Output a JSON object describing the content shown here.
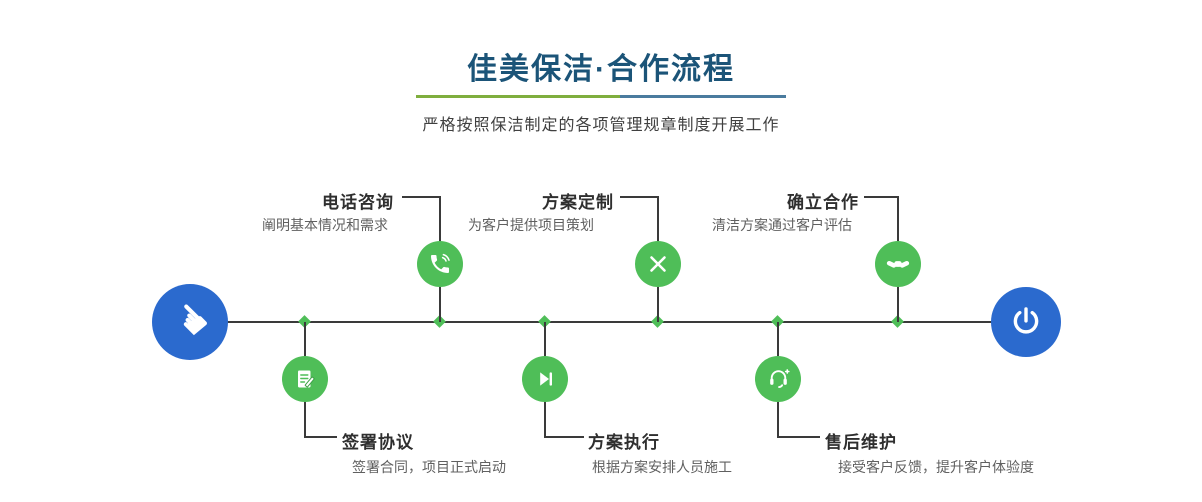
{
  "header": {
    "title": "佳美保洁·合作流程",
    "subtitle": "严格按照保洁制定的各项管理规章制度开展工作"
  },
  "colors": {
    "title_blue": "#1b5478",
    "accent_green": "#4fbe58",
    "accent_blue": "#2b6ace",
    "divider_green": "#7fae3e",
    "divider_blue": "#4a7b9e",
    "line_dark": "#3a3a3a"
  },
  "timeline": {
    "start": {
      "icon": "hand-pointer-icon",
      "glyph": "☚"
    },
    "end": {
      "icon": "power-icon"
    },
    "steps_top": [
      {
        "title": "电话咨询",
        "desc": "阐明基本情况和需求",
        "icon": "phone-icon"
      },
      {
        "title": "方案定制",
        "desc": "为客户提供项目策划",
        "icon": "design-icon"
      },
      {
        "title": "确立合作",
        "desc": "清洁方案通过客户评估",
        "icon": "handshake-icon"
      }
    ],
    "steps_bottom": [
      {
        "title": "签署协议",
        "desc": "签署合同，项目正式启动",
        "icon": "contract-icon"
      },
      {
        "title": "方案执行",
        "desc": "根据方案安排人员施工",
        "icon": "play-icon"
      },
      {
        "title": "售后维护",
        "desc": "接受客户反馈，提升客户体验度",
        "icon": "headset-icon"
      }
    ]
  }
}
